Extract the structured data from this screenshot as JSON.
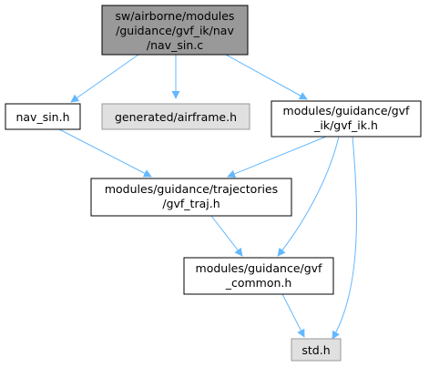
{
  "colors": {
    "edge": "#63b8ff",
    "border": "#000000",
    "border_external": "#999999",
    "fill_root": "#999999",
    "fill_header": "#ffffff",
    "fill_external": "#e0e0e0",
    "text": "#000000"
  },
  "nodes": {
    "nav_sin_c": {
      "lines": [
        "sw/airborne/modules",
        "/guidance/gvf_ik/nav",
        "/nav_sin.c"
      ],
      "kind": "root"
    },
    "nav_sin_h": {
      "lines": [
        "nav_sin.h"
      ],
      "kind": "header"
    },
    "airframe_h": {
      "lines": [
        "generated/airframe.h"
      ],
      "kind": "external"
    },
    "gvf_ik_h": {
      "lines": [
        "modules/guidance/gvf",
        "_ik/gvf_ik.h"
      ],
      "kind": "header"
    },
    "gvf_traj_h": {
      "lines": [
        "modules/guidance/trajectories",
        "/gvf_traj.h"
      ],
      "kind": "header"
    },
    "gvf_common_h": {
      "lines": [
        "modules/guidance/gvf",
        "_common.h"
      ],
      "kind": "header"
    },
    "std_h": {
      "lines": [
        "std.h"
      ],
      "kind": "external"
    }
  },
  "edges": [
    {
      "from": "nav_sin_c",
      "to": "nav_sin_h"
    },
    {
      "from": "nav_sin_c",
      "to": "airframe_h"
    },
    {
      "from": "nav_sin_c",
      "to": "gvf_ik_h"
    },
    {
      "from": "nav_sin_h",
      "to": "gvf_traj_h"
    },
    {
      "from": "gvf_ik_h",
      "to": "gvf_traj_h"
    },
    {
      "from": "gvf_ik_h",
      "to": "gvf_common_h"
    },
    {
      "from": "gvf_ik_h",
      "to": "std_h"
    },
    {
      "from": "gvf_traj_h",
      "to": "gvf_common_h"
    },
    {
      "from": "gvf_common_h",
      "to": "std_h"
    }
  ]
}
